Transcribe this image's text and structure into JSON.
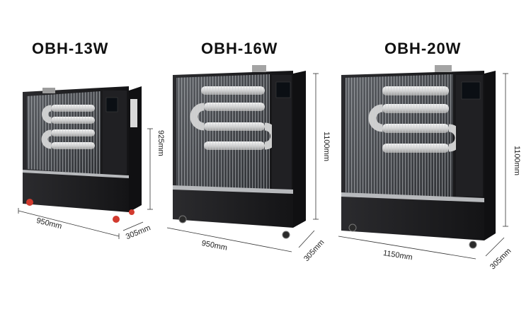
{
  "products": [
    {
      "model": "OBH-13W",
      "width": "950mm",
      "depth": "305mm",
      "height": "925mm"
    },
    {
      "model": "OBH-16W",
      "width": "950mm",
      "depth": "305mm",
      "height": "1100mm"
    },
    {
      "model": "OBH-20W",
      "width": "1150mm",
      "depth": "305mm",
      "height": "1100mm"
    }
  ],
  "colors": {
    "body": "#1c1c1e",
    "panel": "#2a2a2c",
    "grille": "#b9bcc0",
    "tube": "#e8e8e8",
    "display": "#0b0f14",
    "wheel_accent": "#d23a2e"
  }
}
